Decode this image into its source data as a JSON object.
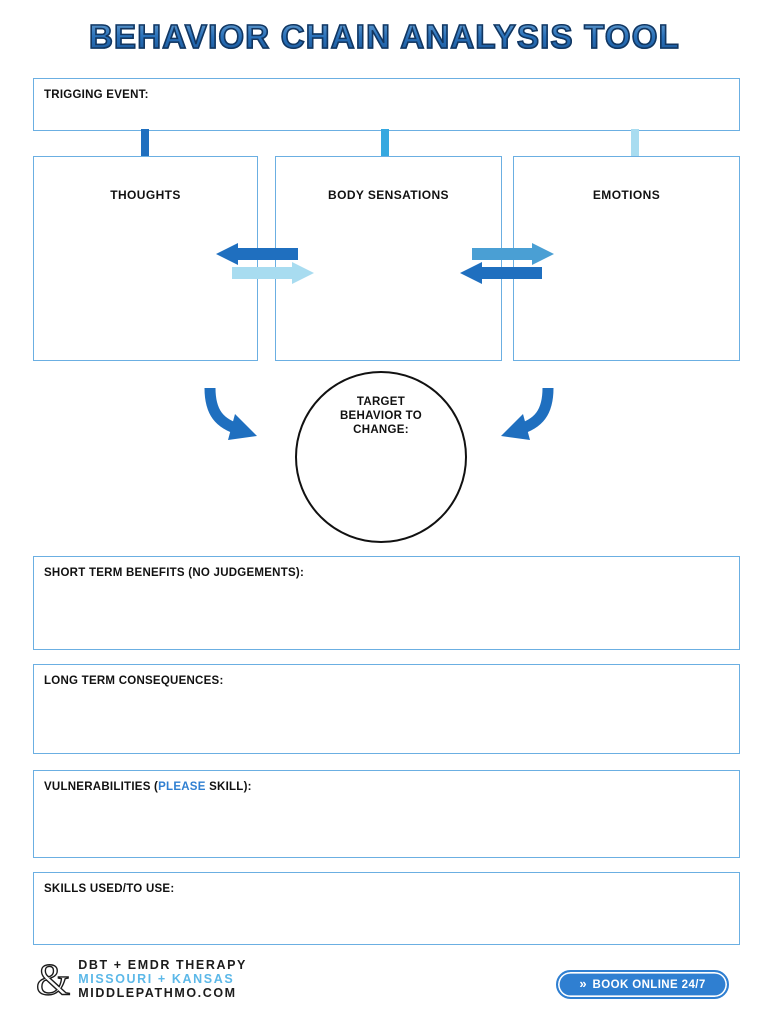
{
  "page": {
    "title": "BEHAVIOR CHAIN ANALYSIS TOOL"
  },
  "colors": {
    "title_blue": "#2f7fd1",
    "title_outline": "#13365f",
    "box_border": "#6bafe2",
    "arrow_dark": "#1f6fbf",
    "arrow_medium": "#35a8e0",
    "arrow_light": "#a8dcf0",
    "accent_blue": "#2f7fd1",
    "logo_accent": "#5cb8e8",
    "circle_outline": "#111111"
  },
  "trigger": {
    "label": "TRIGGING EVENT:"
  },
  "columns": [
    {
      "name": "thoughts",
      "label": "THOUGHTS",
      "arrow_color": "#1f6fbf"
    },
    {
      "name": "body-sensations",
      "label": "BODY SENSATIONS",
      "arrow_color": "#35a8e0"
    },
    {
      "name": "emotions",
      "label": "EMOTIONS",
      "arrow_color": "#a8dcf0"
    }
  ],
  "cross_arrows": {
    "left_pair": [
      {
        "direction": "left",
        "color": "#1f6fbf"
      },
      {
        "direction": "right",
        "color": "#a8dcf0"
      }
    ],
    "right_pair": [
      {
        "direction": "right",
        "color": "#4a9fd4"
      },
      {
        "direction": "left",
        "color": "#1f6fbf"
      }
    ]
  },
  "target": {
    "line1": "TARGET",
    "line2": "BEHAVIOR TO",
    "line3": "CHANGE:"
  },
  "sections": {
    "short_term": "SHORT TERM BENEFITS (NO JUDGEMENTS):",
    "long_term": "LONG TERM CONSEQUENCES:",
    "vulnerabilities": {
      "pre": "VULNERABILITIES (",
      "highlight": "PLEASE",
      "post": " SKILL):"
    },
    "skills": "SKILLS USED/TO USE:"
  },
  "footer": {
    "ampersand": "&",
    "line1": "DBT + EMDR THERAPY",
    "line2": "MISSOURI + KANSAS",
    "line3": "MIDDLEPATHMO.COM",
    "button": {
      "chevron": "»",
      "label": "BOOK ONLINE 24/7"
    }
  }
}
